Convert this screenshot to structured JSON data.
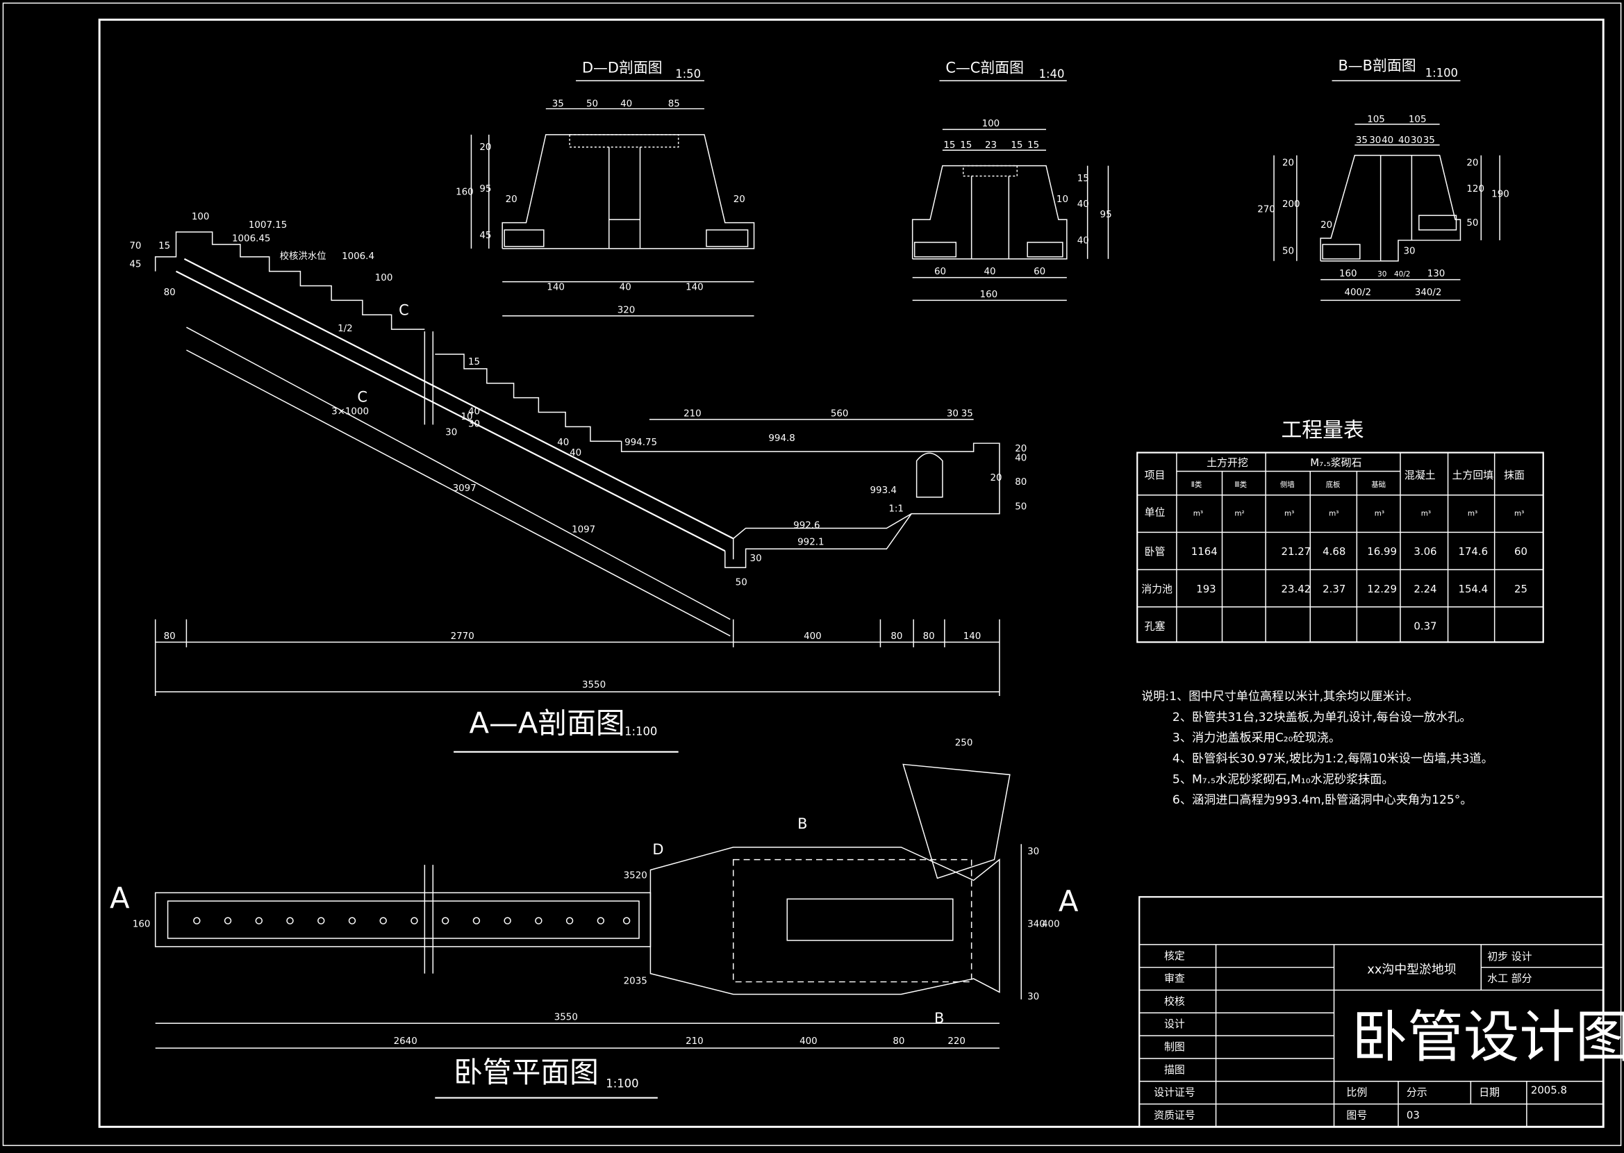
{
  "sections": {
    "dd": {
      "title": "D—D剖面图",
      "scale": "1:50",
      "dims": [
        "35",
        "50",
        "40",
        "85",
        "20",
        "95",
        "160",
        "45",
        "20",
        "20",
        "140",
        "40",
        "140",
        "320"
      ]
    },
    "cc": {
      "title": "C—C剖面图",
      "scale": "1:40",
      "dims": [
        "100",
        "15",
        "15",
        "23",
        "15",
        "15",
        "15",
        "10",
        "40",
        "95",
        "40",
        "60",
        "40",
        "60",
        "160"
      ]
    },
    "bb": {
      "title": "B—B剖面图",
      "scale": "1:100",
      "dims": [
        "105",
        "105",
        "35",
        "30",
        "40",
        "40",
        "30",
        "35",
        "20",
        "270",
        "200",
        "50",
        "20",
        "20",
        "120",
        "190",
        "50",
        "30",
        "160",
        "130",
        "400/2",
        "340/2",
        "30",
        "40/2"
      ]
    }
  },
  "aa": {
    "title": "A—A剖面图",
    "scale": "1:100",
    "labels": [
      "100",
      "1007.15",
      "1006.45",
      "校核洪水位",
      "1006.4",
      "100",
      "15",
      "45",
      "70",
      "80",
      "1/2",
      "C",
      "C",
      "3×1000",
      "3097",
      "1097",
      "30",
      "15",
      "40",
      "30",
      "10",
      "994.75",
      "40",
      "40",
      "210",
      "560",
      "30",
      "35",
      "994.8",
      "993.4",
      "1:1",
      "992.6",
      "992.1",
      "30",
      "50",
      "20",
      "40",
      "20",
      "80",
      "50"
    ],
    "bottom_dims": [
      "80",
      "2770",
      "400",
      "80",
      "80",
      "140"
    ],
    "total": "3550"
  },
  "plan": {
    "title": "卧管平面图",
    "scale": "1:100",
    "labels": [
      "A",
      "A",
      "160",
      "D",
      "B",
      "B",
      "250",
      "3520",
      "2035",
      "30",
      "30",
      "340",
      "400"
    ],
    "dims": [
      "3550",
      "2640",
      "210",
      "400",
      "80",
      "220"
    ]
  },
  "quantity_table": {
    "title": "工程量表",
    "header_top": [
      "项目",
      "土方开挖",
      "M₇.₅浆砌石",
      "混凝土",
      "土方回填",
      "抹面"
    ],
    "header_sub": [
      "Ⅱ类",
      "Ⅲ类",
      "侧墙",
      "底板",
      "基础"
    ],
    "rows": [
      [
        "单位",
        "m³",
        "m³",
        "m³",
        "m³",
        "m³",
        "m³",
        "m³",
        "m²"
      ],
      [
        "卧管",
        "1164",
        "",
        "21.27",
        "4.68",
        "16.99",
        "3.06",
        "174.6",
        "60"
      ],
      [
        "消力池",
        "193",
        "",
        "23.42",
        "2.37",
        "12.29",
        "2.24",
        "154.4",
        "25"
      ],
      [
        "孔塞",
        "",
        "",
        "",
        "",
        "",
        "0.37",
        "",
        ""
      ]
    ]
  },
  "notes": [
    "说明:1、图中尺寸单位高程以米计,其余均以厘米计。",
    "2、卧管共31台,32块盖板,为单孔设计,每台设一放水孔。",
    "3、消力池盖板采用C₂₀砼现浇。",
    "4、卧管斜长30.97米,坡比为1:2,每隔10米设一齿墙,共3道。",
    "5、M₇.₅水泥砂浆砌石,M₁₀水泥砂浆抹面。",
    "6、涵洞进口高程为993.4m,卧管涵洞中心夹角为125°。"
  ],
  "title_block": {
    "rows": [
      "核定",
      "审查",
      "校核",
      "设计",
      "制图",
      "描图",
      "设计证号",
      "资质证号"
    ],
    "project": "xx沟中型淤地坝",
    "stage": "初步  设计",
    "dept": "水工  部分",
    "drawing_title": "卧管设计图",
    "scale_label": "比例",
    "scale_value": "分示",
    "date_label": "日期",
    "date_value": "2005.8",
    "number_label": "图号",
    "number_value": "03"
  }
}
